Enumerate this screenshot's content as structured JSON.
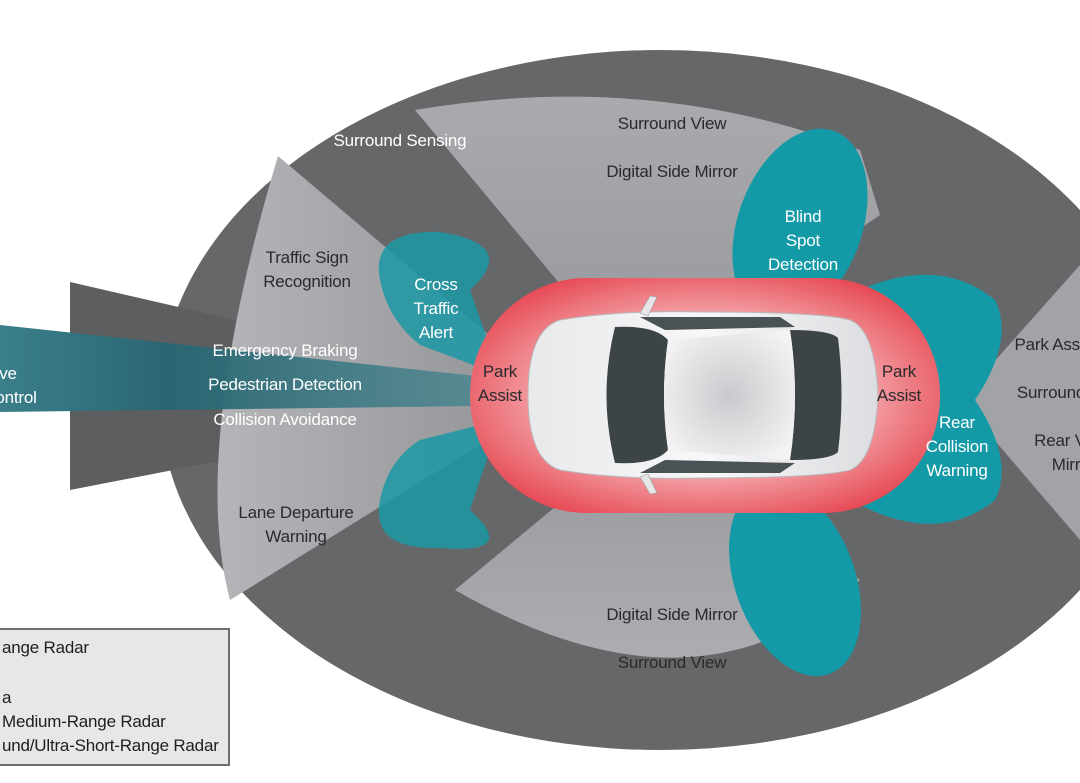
{
  "colors": {
    "outer_zone": "#666769",
    "camera_zone": "#a4a5a8",
    "short_range_radar": "#1899a6",
    "long_range_radar": "#2b6a76",
    "ultrasound_zone": "#e8515a",
    "legend_bg": "#e6e7e8",
    "legend_border": "#6d6e70"
  },
  "labels": {
    "surround_sensing": "Surround Sensing",
    "top_surround_view": "Surround View",
    "top_digital_side_mirror": "Digital Side Mirror",
    "traffic_sign": [
      "Traffic Sign",
      "Recognition"
    ],
    "cross_traffic": [
      "Cross",
      "Traffic",
      "Alert"
    ],
    "blind_spot": [
      "Blind",
      "Spot",
      "Detection"
    ],
    "adaptive_cruise": [
      "ve",
      "ontrol"
    ],
    "emergency_braking": "Emergency Braking",
    "pedestrian_detection": "Pedestrian Detection",
    "collision_avoidance": "Collision Avoidance",
    "front_park_assist": [
      "Park",
      "Assist"
    ],
    "rear_park_assist": [
      "Park",
      "Assist"
    ],
    "rear_collision": [
      "Rear",
      "Collision",
      "Warning"
    ],
    "lane_departure": [
      "Lane Departure",
      "Warning"
    ],
    "bottom_digital_side_mirror": "Digital Side Mirror",
    "bottom_surround_view": "Surround View",
    "right_park_assist": "Park Assi",
    "right_surround": "Surround",
    "right_rear_view_mirror": [
      "Rear V",
      "Mirr"
    ]
  },
  "legend": {
    "items": [
      "ange Radar",
      "",
      "a",
      "Medium-Range Radar",
      "und/Ultra-Short-Range Radar"
    ]
  }
}
